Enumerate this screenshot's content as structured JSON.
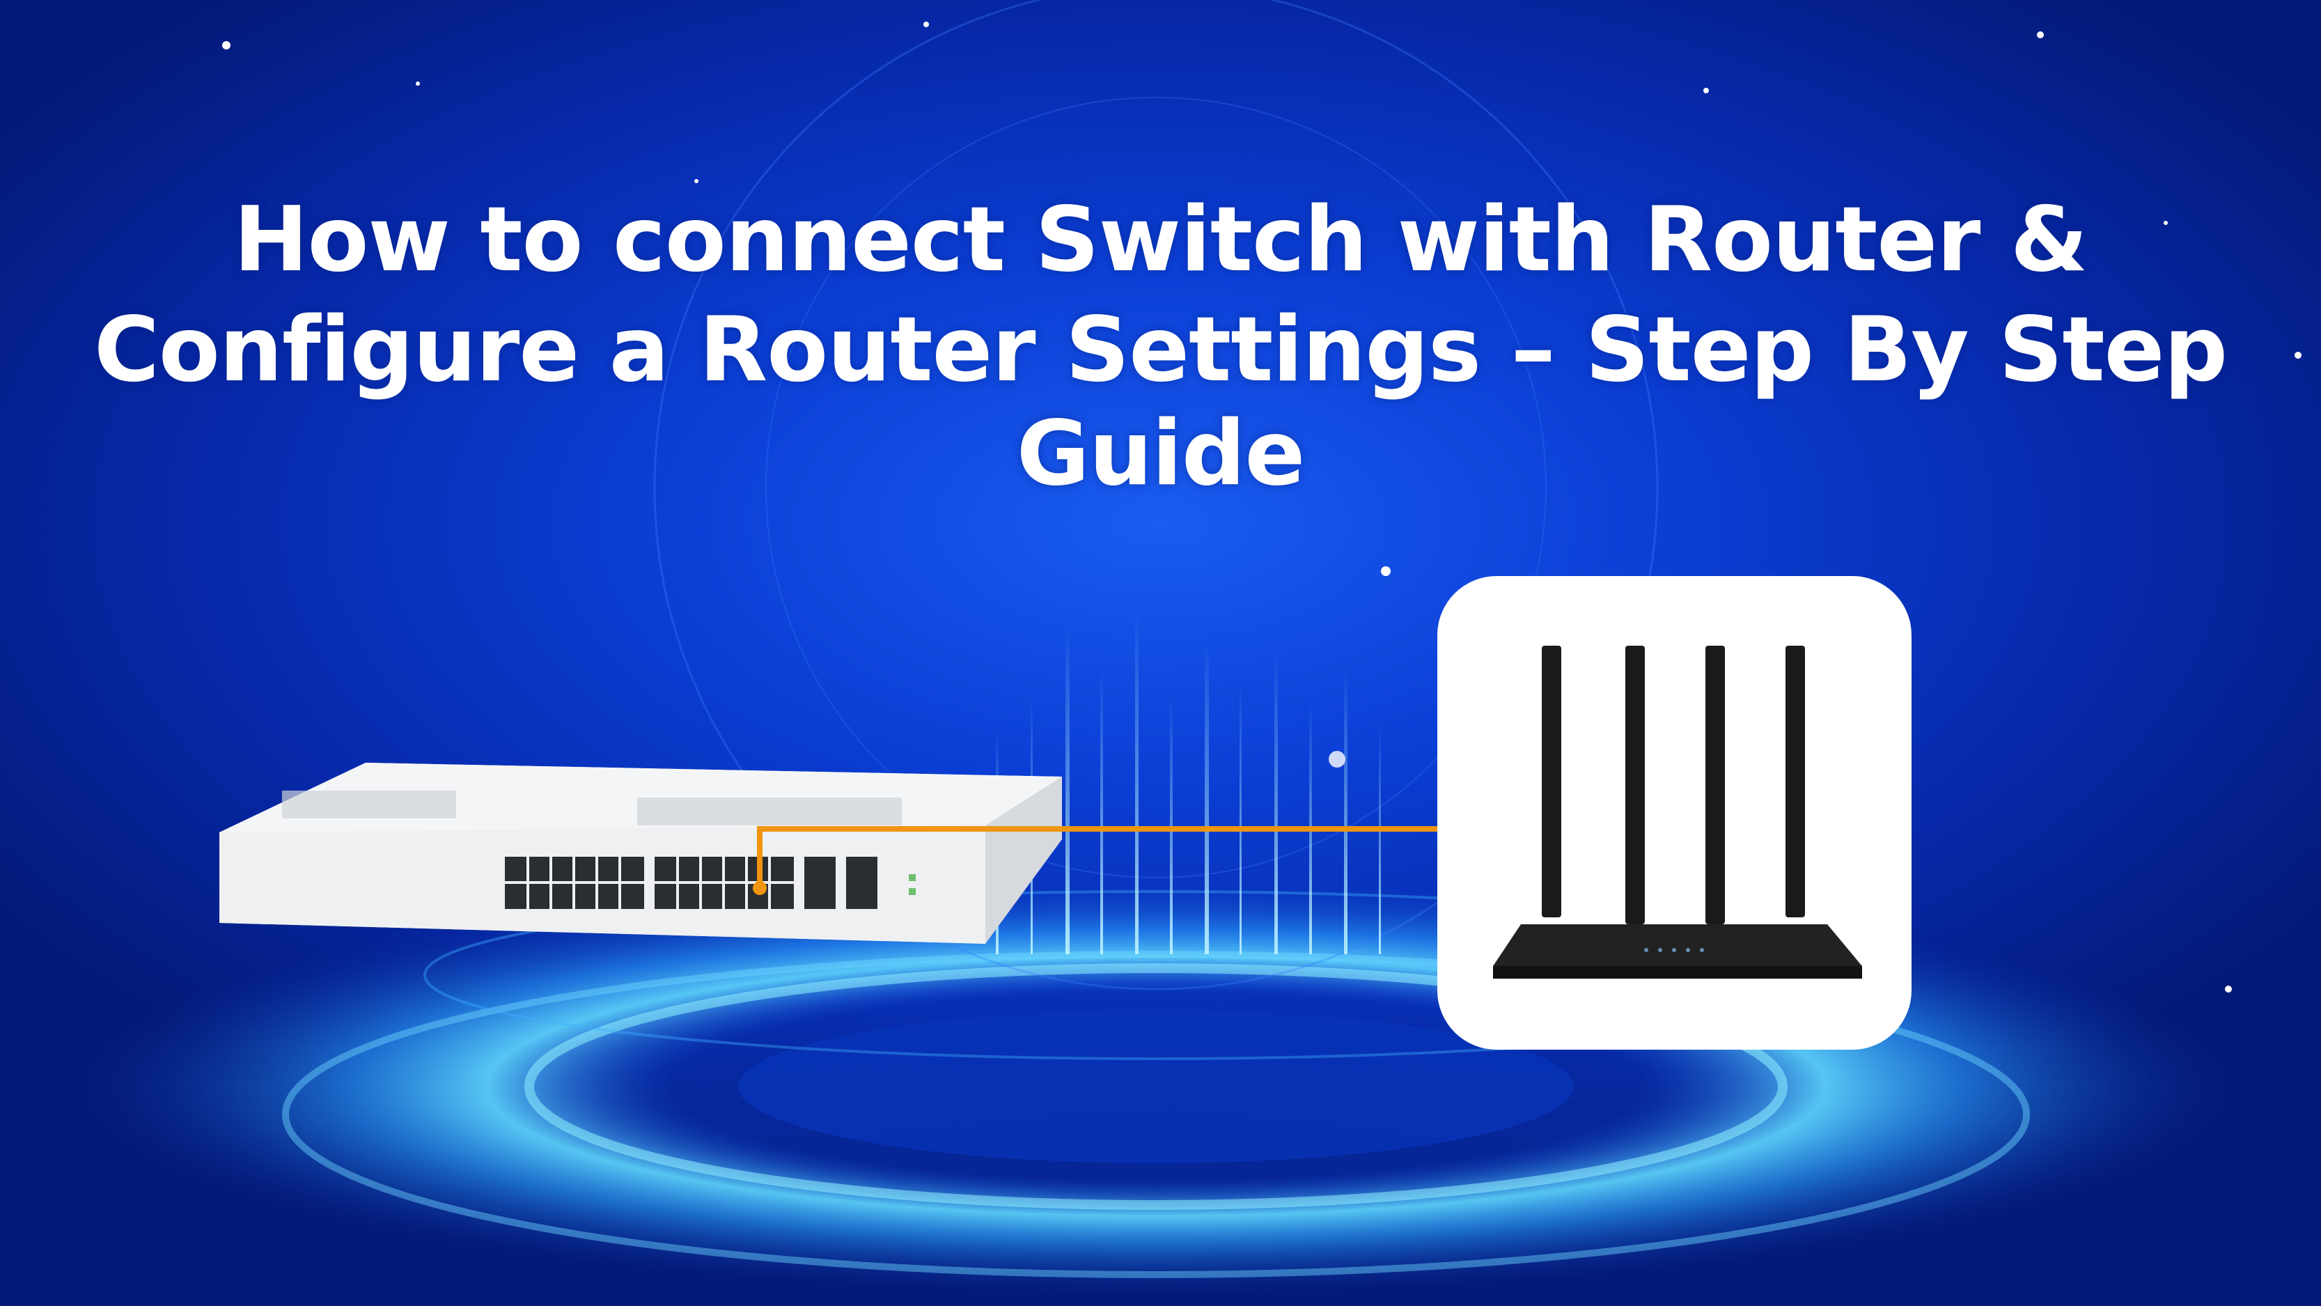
{
  "title": {
    "line1": "How to connect  Switch with Router &",
    "line2": "Configure a Router Settings – Step By Step Guide"
  },
  "images": {
    "switch": "network-switch-24-port",
    "router": "wifi-router-four-antennas"
  },
  "colors": {
    "background": "#0b3fd6",
    "cable": "#f0950f",
    "title_text": "#ffffff",
    "glow": "#7fe8ff"
  }
}
